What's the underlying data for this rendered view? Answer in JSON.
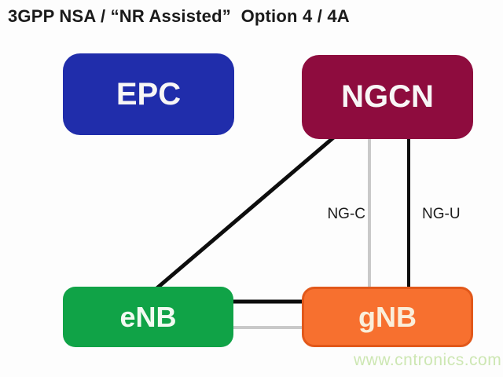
{
  "title": "3GPP NSA / “NR Assisted”  Option 4 / 4A",
  "diagram": {
    "nodes": [
      {
        "id": "epc",
        "label": "EPC",
        "fill": "#202dab"
      },
      {
        "id": "ngcn",
        "label": "NGCN",
        "fill": "#8e0c3e"
      },
      {
        "id": "enb",
        "label": "eNB",
        "fill": "#10a347"
      },
      {
        "id": "gnb",
        "label": "gNB",
        "fill": "#f7702f",
        "border": "#e2581a"
      }
    ],
    "edges": [
      {
        "from": "ngcn",
        "to": "enb",
        "label": "",
        "color": "#0d0d0d"
      },
      {
        "from": "ngcn",
        "to": "gnb",
        "label": "NG-C",
        "color": "#c9c9c9"
      },
      {
        "from": "ngcn",
        "to": "gnb",
        "label": "NG-U",
        "color": "#0d0d0d"
      },
      {
        "from": "enb",
        "to": "gnb",
        "label": "",
        "color": "#0d0d0d"
      },
      {
        "from": "enb",
        "to": "gnb",
        "label": "",
        "color": "#c9c9c9"
      }
    ]
  },
  "watermark": "www.cntronics.com",
  "colors": {
    "background": "#fdfdfd",
    "title_text": "#1a1a1a",
    "edge_black": "#0d0d0d",
    "edge_gray": "#c9c9c9",
    "watermark_green": "#cde7b3"
  }
}
